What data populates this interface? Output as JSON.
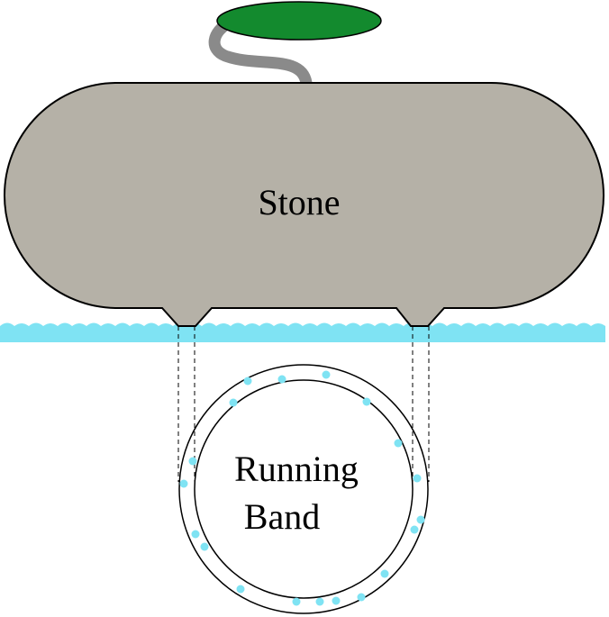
{
  "labels": {
    "stone": "Stone",
    "band_line1": "Running",
    "band_line2": "Band"
  },
  "colors": {
    "stone_fill": "#b5b1a7",
    "handle_top": "#138a2e",
    "handle_grip": "#8a8a8a",
    "ice": "#7fe3f3",
    "water_dot": "#7fe3f3",
    "outline": "#000000"
  }
}
